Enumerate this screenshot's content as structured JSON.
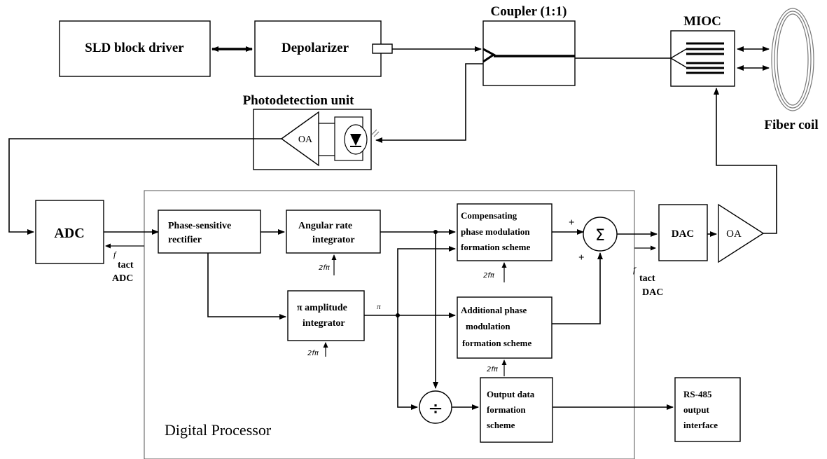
{
  "labels": {
    "sld": "SLD block driver",
    "depolarizer": "Depolarizer",
    "coupler": "Coupler (1:1)",
    "mioc": "MIOC",
    "fiber_coil": "Fiber coil",
    "photodetection": "Photodetection unit",
    "oa_pd": "OA",
    "adc": "ADC",
    "digital_processor": "Digital Processor",
    "psr_1": "Phase-sensitive",
    "psr_2": "rectifier",
    "ari_1": "Angular rate",
    "ari_2": "integrator",
    "cpm_1": "Compensating",
    "cpm_2": "phase modulation",
    "cpm_3": "formation scheme",
    "sum": "Σ",
    "plus_top": "+",
    "plus_bottom": "+",
    "dac": "DAC",
    "oa_out": "OA",
    "pai_1": "π amplitude",
    "pai_2": "integrator",
    "pi_label": "π",
    "apm_1": "Additional phase",
    "apm_2": "modulation",
    "apm_3": "formation scheme",
    "divide": "÷",
    "odf_1": "Output data",
    "odf_2": "formation",
    "odf_3": "scheme",
    "rs_1": "RS-485",
    "rs_2": "output",
    "rs_3": "interface",
    "f": "f",
    "tact": "tact",
    "adc_sub": "ADC",
    "dac_sub": "DAC",
    "two_f_pi": "2fπ"
  }
}
